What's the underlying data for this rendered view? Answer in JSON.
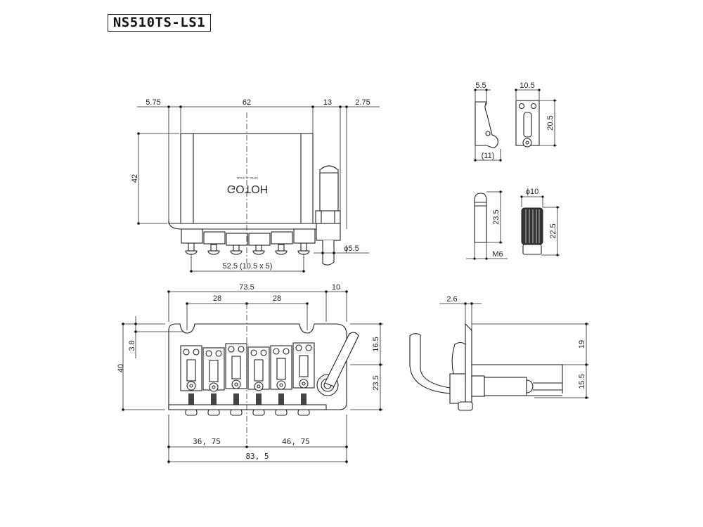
{
  "title": "NS510TS-LS1",
  "top_view": {
    "logo": "GOTOH",
    "logo_sub": "MADE IN JAPAN",
    "dims": {
      "left_offset": "5.75",
      "width": "62",
      "post_offset": "13",
      "right_offset": "2.75",
      "height": "42",
      "post_diameter": "ϕ5.5",
      "string_spacing": "52.5  (10.5 x 5)"
    }
  },
  "bottom_view": {
    "dims": {
      "total_top": "73.5",
      "arm_offset": "10",
      "left_stud": "28",
      "right_stud": "28",
      "height": "40",
      "notch": "3.8",
      "upper_right": "16.5",
      "lower_right": "23.5",
      "left_center": "36, 75",
      "right_center": "46, 75",
      "total_width": "83, 5"
    }
  },
  "side_view": {
    "dims": {
      "plate": "2.6",
      "upper": "19",
      "lower": "15.5"
    }
  },
  "saddle_detail": {
    "dims": {
      "side_width": "5.5",
      "side_depth": "(11)",
      "front_width": "10.5",
      "front_height": "20.5"
    }
  },
  "post_detail": {
    "dims": {
      "post_length": "23.5",
      "thread": "M6",
      "knob_diameter": "ϕ10",
      "knob_length": "22.5"
    }
  }
}
